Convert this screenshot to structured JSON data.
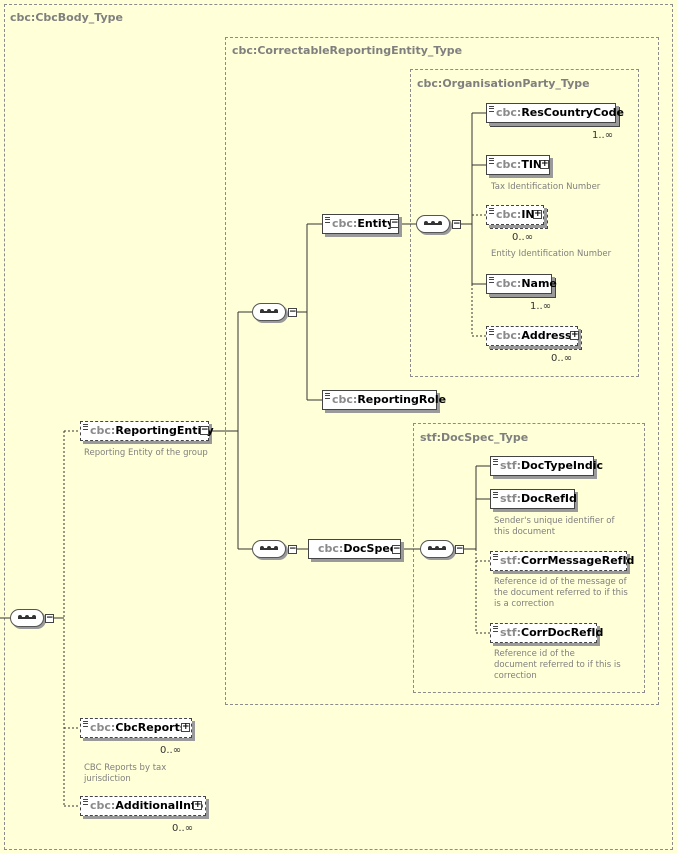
{
  "types": {
    "body": "cbc:CbcBody_Type",
    "correctable": "cbc:CorrectableReportingEntity_Type",
    "organisation": "cbc:OrganisationParty_Type",
    "docspec": "stf:DocSpec_Type"
  },
  "elements": {
    "resCountryCode": {
      "ns": "cbc:",
      "name": "ResCountryCode",
      "card": "1..∞"
    },
    "tin": {
      "ns": "cbc:",
      "name": "TIN",
      "desc": "Tax Identification Number"
    },
    "in": {
      "ns": "cbc:",
      "name": "IN",
      "card": "0..∞",
      "desc": "Entity Identification Number"
    },
    "name": {
      "ns": "cbc:",
      "name": "Name",
      "card": "1..∞"
    },
    "address": {
      "ns": "cbc:",
      "name": "Address",
      "card": "0..∞"
    },
    "entity": {
      "ns": "cbc:",
      "name": "Entity"
    },
    "reportingRole": {
      "ns": "cbc:",
      "name": "ReportingRole"
    },
    "reportingEntity": {
      "ns": "cbc:",
      "name": "ReportingEntity",
      "desc": "Reporting Entity of the group"
    },
    "docSpec": {
      "ns": "cbc:",
      "name": "DocSpec"
    },
    "docTypeIndic": {
      "ns": "stf:",
      "name": "DocTypeIndic"
    },
    "docRefId": {
      "ns": "stf:",
      "name": "DocRefId",
      "desc1": "Sender's unique identifier of",
      "desc2": "this document"
    },
    "corrMessageRefId": {
      "ns": "stf:",
      "name": "CorrMessageRefId",
      "desc1": "Reference id of the message of",
      "desc2": "the document referred to if this",
      "desc3": "is a correction"
    },
    "corrDocRefId": {
      "ns": "stf:",
      "name": "CorrDocRefId",
      "desc1": "Reference id of the",
      "desc2": "document referred to if this is",
      "desc3": "correction"
    },
    "cbcReports": {
      "ns": "cbc:",
      "name": "CbcReports",
      "card": "0..∞",
      "desc1": "CBC Reports by tax",
      "desc2": "jurisdiction"
    },
    "additionalInfo": {
      "ns": "cbc:",
      "name": "AdditionalInfo",
      "card": "0..∞"
    }
  },
  "toggles": {
    "expand": "+",
    "collapse": "−"
  }
}
